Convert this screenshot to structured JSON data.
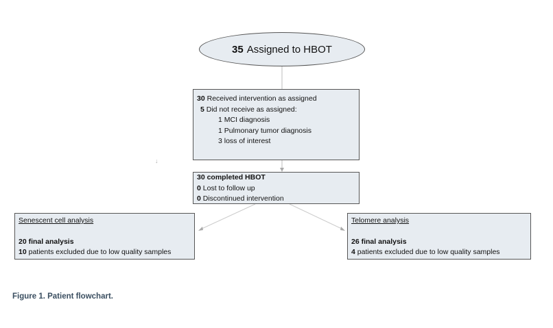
{
  "assigned": {
    "count": "35",
    "label": "Assigned to HBOT"
  },
  "intervention": {
    "received_count": "30",
    "received_label": "Received intervention as assigned",
    "not_received_count": "5",
    "not_received_label": "Did not receive as assigned:",
    "reasons": [
      "1 MCI diagnosis",
      "1 Pulmonary tumor diagnosis",
      "3 loss of interest"
    ]
  },
  "completed": {
    "title": "30 completed HBOT",
    "lost_count": "0",
    "lost_label": "Lost to follow up",
    "discontinued_count": "0",
    "discontinued_label": "Discontinued intervention"
  },
  "senescent": {
    "title": "Senescent cell analysis",
    "final": "20 final analysis",
    "excluded_count": "10",
    "excluded_label": "patients excluded due to low quality samples"
  },
  "telomere": {
    "title": "Telomere analysis",
    "final": "26 final analysis",
    "excluded_count": "4",
    "excluded_label": "patients excluded due to low quality samples"
  },
  "caption": "Figure 1. Patient flowchart.",
  "colors": {
    "box_fill": "#e7ecf1",
    "border": "#555555",
    "connector": "#bbbbbb",
    "caption": "#3a4e60"
  }
}
